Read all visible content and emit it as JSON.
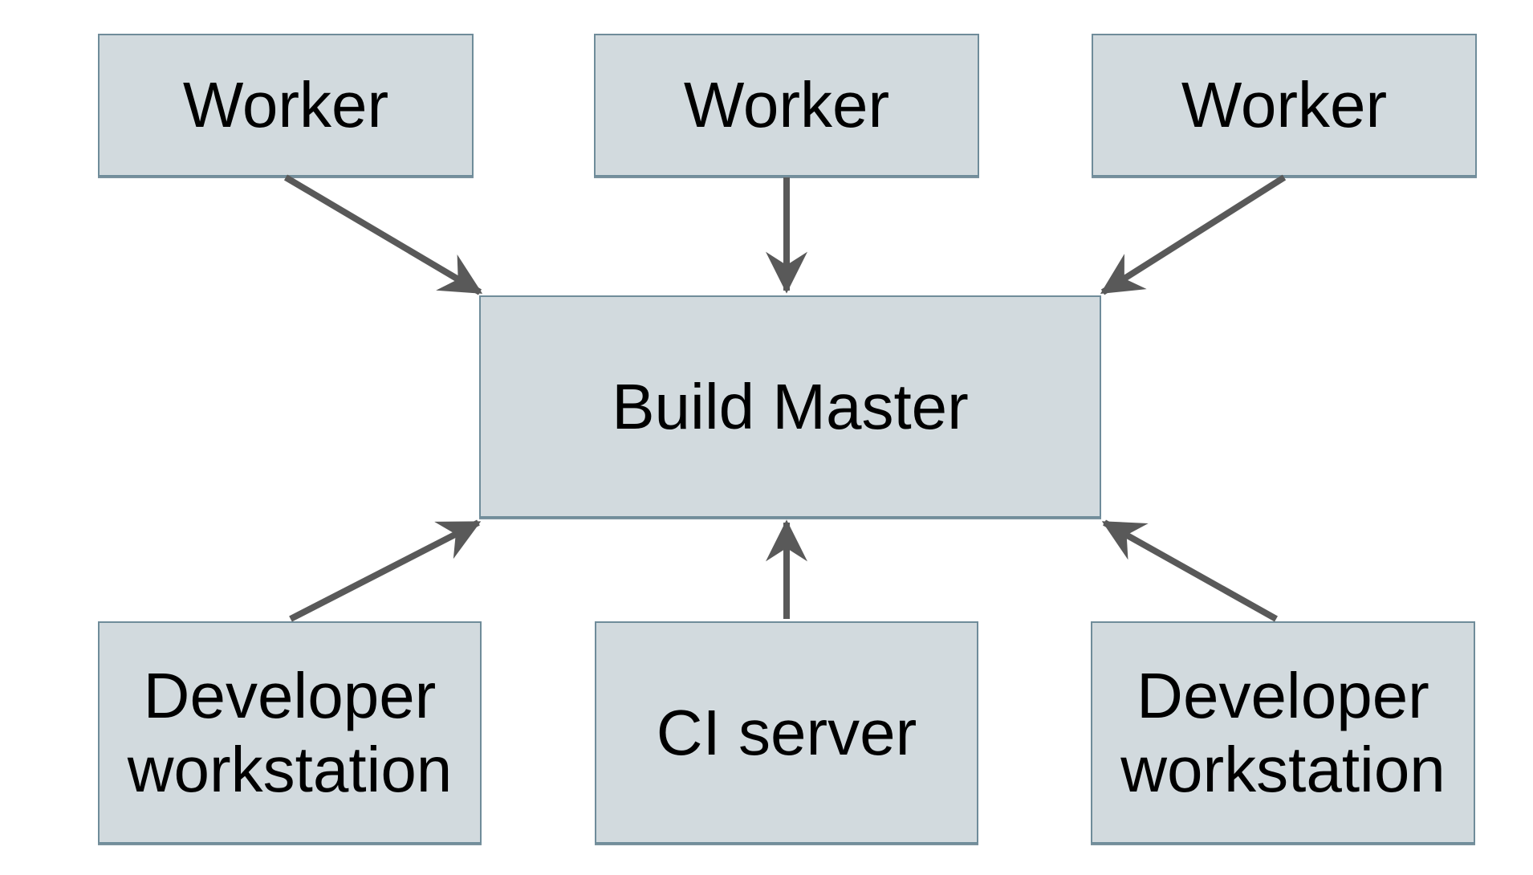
{
  "diagram": {
    "background_color": "#ffffff",
    "node_fill_color": "#d2dade",
    "node_border_color": "#6f8c9a",
    "arrow_color": "#595959",
    "text_color": "#000000",
    "nodes": [
      {
        "id": "worker-1",
        "label": "Worker"
      },
      {
        "id": "worker-2",
        "label": "Worker"
      },
      {
        "id": "worker-3",
        "label": "Worker"
      },
      {
        "id": "build-master",
        "label": "Build Master"
      },
      {
        "id": "dev-workstation-left",
        "label": "Developer workstation"
      },
      {
        "id": "ci-server",
        "label": "CI server"
      },
      {
        "id": "dev-workstation-right",
        "label": "Developer workstation"
      }
    ],
    "edges": [
      {
        "from": "worker-1",
        "to": "build-master"
      },
      {
        "from": "worker-2",
        "to": "build-master"
      },
      {
        "from": "worker-3",
        "to": "build-master"
      },
      {
        "from": "developer-workstation-left",
        "to": "build-master"
      },
      {
        "from": "ci-server",
        "to": "build-master"
      },
      {
        "from": "developer-workstation-right",
        "to": "build-master"
      }
    ]
  }
}
